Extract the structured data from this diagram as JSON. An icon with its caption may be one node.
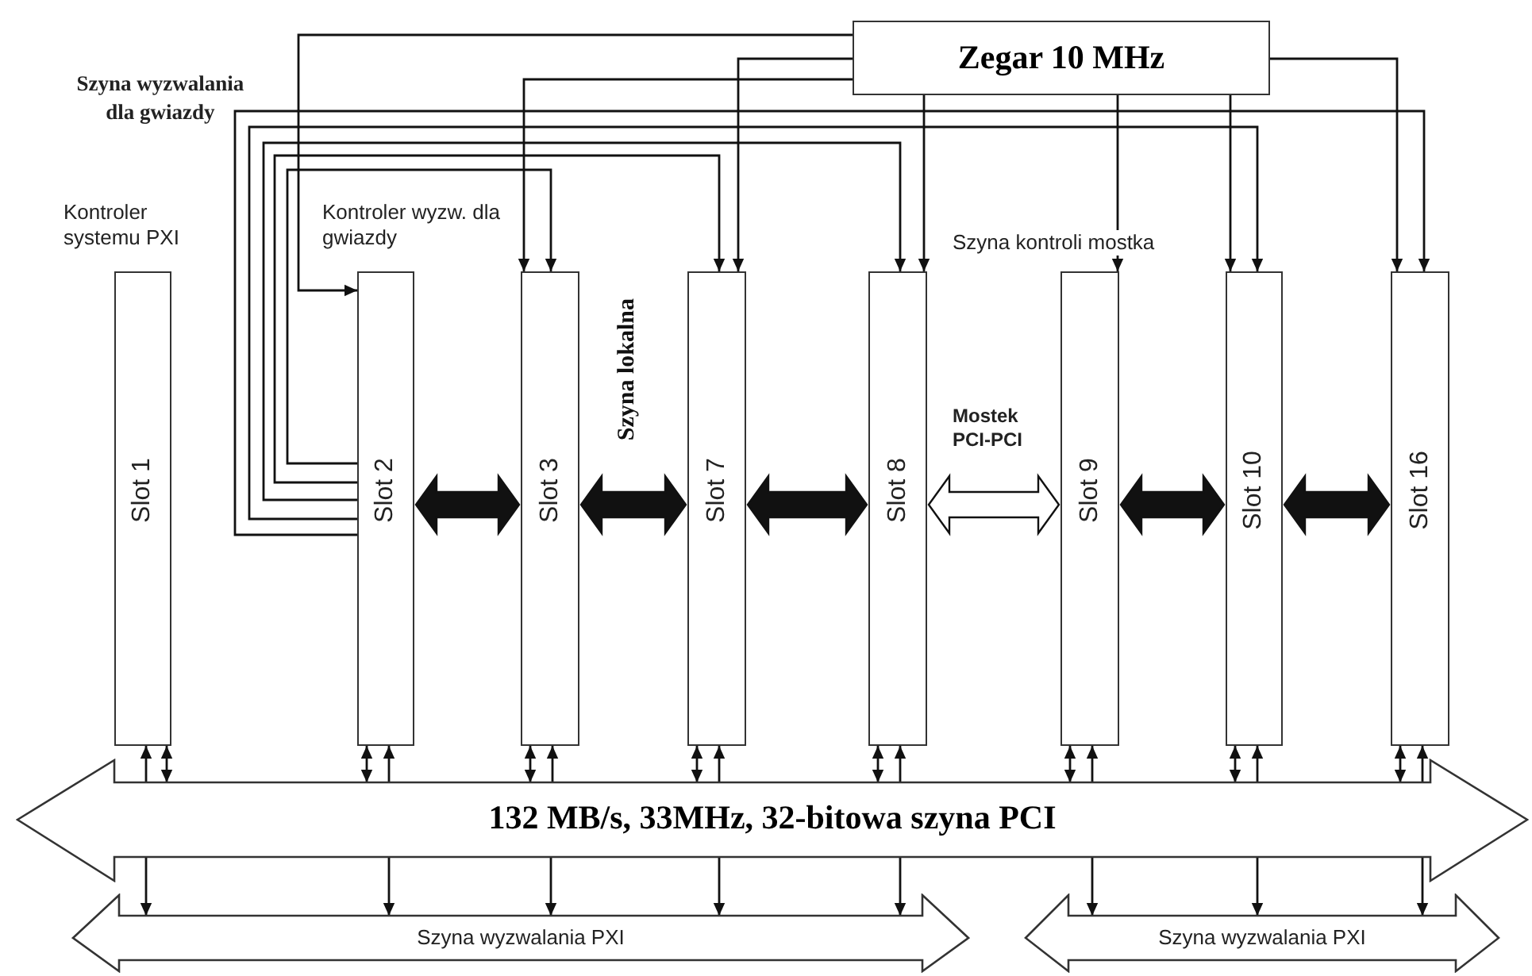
{
  "diagram": {
    "nodes": [
      {
        "text": [
          "Zegar 10 MHz"
        ]
      },
      {
        "text": [
          "Slot 1"
        ]
      },
      {
        "text": [
          "Slot 2"
        ]
      },
      {
        "text": [
          "Slot 3"
        ]
      },
      {
        "text": [
          "Slot 7"
        ]
      },
      {
        "text": [
          "Slot 8"
        ]
      },
      {
        "text": [
          "Slot 9"
        ]
      },
      {
        "text": [
          "Slot 10"
        ]
      },
      {
        "text": [
          "Slot 16"
        ]
      },
      {
        "text": [
          "132 MB/s, 33MHz, 32-bitowa szyna PCI"
        ]
      },
      {
        "text": [
          "Szyna wyzwalania PXI"
        ]
      },
      {
        "text": [
          "Szyna wyzwalania PXI"
        ]
      }
    ],
    "edges": [
      {
        "from": 0,
        "to": 2,
        "arrow": "to"
      },
      {
        "from": 0,
        "to": 4,
        "arrow": "to"
      },
      {
        "from": 0,
        "to": 3,
        "arrow": "to"
      },
      {
        "from": 0,
        "to": 5,
        "arrow": "to"
      },
      {
        "from": 0,
        "to": 6,
        "arrow": "to"
      },
      {
        "from": 0,
        "to": 7,
        "arrow": "to"
      },
      {
        "from": 0,
        "to": 8,
        "arrow": "to"
      },
      {
        "from": 2,
        "to": 8,
        "arrow": "to"
      },
      {
        "from": 2,
        "to": 7,
        "arrow": "to"
      },
      {
        "from": 2,
        "to": 5,
        "arrow": "to"
      },
      {
        "from": 2,
        "to": 4,
        "arrow": "to"
      },
      {
        "from": 2,
        "to": 3,
        "arrow": "to"
      },
      {
        "from": 2,
        "to": 3,
        "arrow": "both",
        "style": "thick"
      },
      {
        "from": 3,
        "to": 4,
        "arrow": "both",
        "style": "thick"
      },
      {
        "from": 4,
        "to": 5,
        "arrow": "both",
        "style": "thick"
      },
      {
        "from": 5,
        "to": 6,
        "arrow": "both",
        "style": "thick",
        "color": "#ffffff"
      },
      {
        "from": 6,
        "to": 7,
        "arrow": "both",
        "style": "thick"
      },
      {
        "from": 7,
        "to": 8,
        "arrow": "both",
        "style": "thick"
      },
      {
        "from": 1,
        "to": 9,
        "arrow": "both"
      },
      {
        "from": 9,
        "to": 1,
        "arrow": "to"
      },
      {
        "from": 2,
        "to": 9,
        "arrow": "both"
      },
      {
        "from": 9,
        "to": 2,
        "arrow": "to"
      },
      {
        "from": 3,
        "to": 9,
        "arrow": "both"
      },
      {
        "from": 9,
        "to": 3,
        "arrow": "to"
      },
      {
        "from": 4,
        "to": 9,
        "arrow": "both"
      },
      {
        "from": 9,
        "to": 4,
        "arrow": "to"
      },
      {
        "from": 5,
        "to": 9,
        "arrow": "both"
      },
      {
        "from": 9,
        "to": 5,
        "arrow": "to"
      },
      {
        "from": 6,
        "to": 9,
        "arrow": "both"
      },
      {
        "from": 9,
        "to": 6,
        "arrow": "to"
      },
      {
        "from": 7,
        "to": 9,
        "arrow": "both"
      },
      {
        "from": 9,
        "to": 7,
        "arrow": "to"
      },
      {
        "from": 8,
        "to": 9,
        "arrow": "both"
      },
      {
        "from": 9,
        "to": 8,
        "arrow": "to"
      },
      {
        "from": 9,
        "to": 10,
        "arrow": "to"
      },
      {
        "from": 9,
        "to": 10,
        "arrow": "to"
      },
      {
        "from": 9,
        "to": 10,
        "arrow": "to"
      },
      {
        "from": 9,
        "to": 10,
        "arrow": "to"
      },
      {
        "from": 9,
        "to": 10,
        "arrow": "to"
      },
      {
        "from": 9,
        "to": 11,
        "arrow": "to"
      },
      {
        "from": 9,
        "to": 11,
        "arrow": "to"
      },
      {
        "from": 9,
        "to": 11,
        "arrow": "to"
      }
    ],
    "labels": [
      "Szyna wyzwalania dla gwiazdy",
      "Kontroler systemu PXI",
      "Kontroler wyzw. dla gwiazdy",
      "Szyna kontroli mostka",
      "Szyna lokalna",
      "Mostek PCI-PCI"
    ]
  }
}
